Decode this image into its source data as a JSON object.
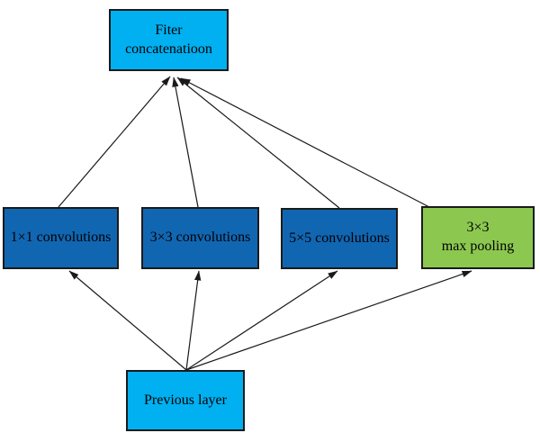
{
  "diagram": {
    "nodes": {
      "filter_concat": {
        "label": "Fiter\nconcatenatioon",
        "fill": "#00B0F0"
      },
      "conv1": {
        "label": "1×1 convolutions",
        "fill": "#1166B2"
      },
      "conv3": {
        "label": "3×3 convolutions",
        "fill": "#1166B2"
      },
      "conv5": {
        "label": "5×5 convolutions",
        "fill": "#1166B2"
      },
      "maxpool": {
        "label": "3×3\nmax pooling",
        "fill": "#8CC850"
      },
      "prev": {
        "label": "Previous layer",
        "fill": "#00B0F0"
      }
    },
    "edges": [
      {
        "from": "prev",
        "to": "conv1"
      },
      {
        "from": "prev",
        "to": "conv3"
      },
      {
        "from": "prev",
        "to": "conv5"
      },
      {
        "from": "prev",
        "to": "maxpool"
      },
      {
        "from": "conv1",
        "to": "filter_concat"
      },
      {
        "from": "conv3",
        "to": "filter_concat"
      },
      {
        "from": "conv5",
        "to": "filter_concat"
      },
      {
        "from": "maxpool",
        "to": "filter_concat"
      }
    ],
    "colors": {
      "border": "#1a1a1a",
      "arrow": "#1a1a1a",
      "text": "#000000"
    }
  }
}
